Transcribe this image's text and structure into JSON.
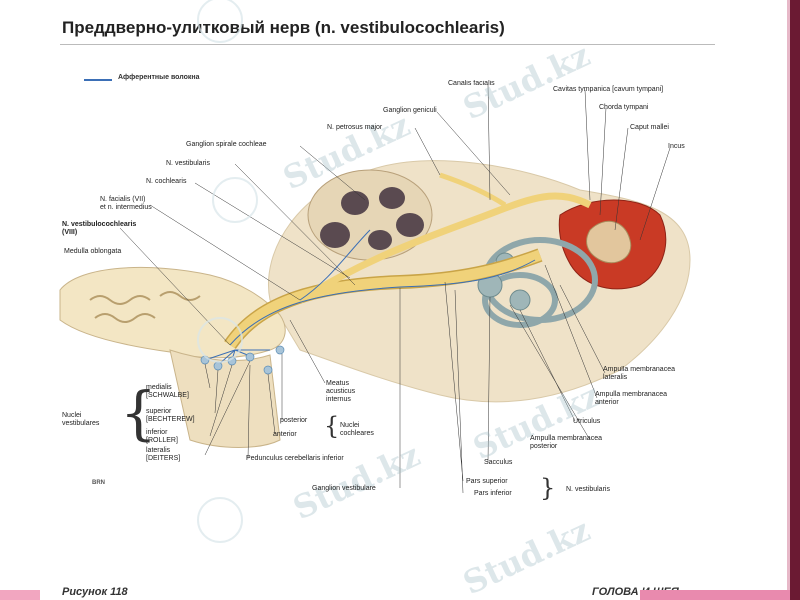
{
  "title": "Преддверно-улитковый нерв (n. vestibulocochlearis)",
  "legend": {
    "label": "Афферентные волокна",
    "color": "#3b6fb6"
  },
  "labels": {
    "canalis_facialis": "Canalis facialis",
    "cavitas_tympanica": "Cavitas tympanica [cavum tympani]",
    "ganglion_geniculi": "Ganglion geniculi",
    "chorda_tympani": "Chorda tympani",
    "n_petrosus_major": "N. petrosus major",
    "caput_mallei": "Caput mallei",
    "ganglion_spirale": "Ganglion spirale cochleae",
    "incus": "Incus",
    "n_vestibularis": "N. vestibularis",
    "n_cochlearis": "N. cochlearis",
    "n_facialis_1": "N. facialis (VII)",
    "n_facialis_2": "et n. intermedius",
    "n_vc_1": "N. vestibulocochlearis",
    "n_vc_2": "(VIII)",
    "medulla": "Medulla oblongata",
    "medialis_1": "medialis",
    "medialis_2": "[SCHWALBE]",
    "superior_1": "superior",
    "superior_2": "[BECHTEREW]",
    "inferior_1": "inferior",
    "inferior_2": "[ROLLER]",
    "lateralis_1": "lateralis",
    "lateralis_2": "[DEITERS]",
    "nuclei_vest_1": "Nuclei",
    "nuclei_vest_2": "vestibulares",
    "meatus_1": "Meatus",
    "meatus_2": "acusticus",
    "meatus_3": "internus",
    "posterior": "posterior",
    "anterior": "anterior",
    "nuclei_coch_1": "Nuclei",
    "nuclei_coch_2": "cochleares",
    "pedunculus": "Pedunculus cerebellaris inferior",
    "ganglion_vestibulare": "Ganglion vestibulare",
    "pars_superior": "Pars superior",
    "pars_inferior": "Pars inferior",
    "n_vestibularis_2": "N. vestibularis",
    "sacculus": "Sacculus",
    "utriculus": "Utriculus",
    "ampulla_lat_1": "Ampulla membranacea",
    "ampulla_lat_2": "lateralis",
    "ampulla_ant_1": "Ampulla membranacea",
    "ampulla_ant_2": "anterior",
    "ampulla_post_1": "Ampulla membranacea",
    "ampulla_post_2": "posterior"
  },
  "footer": {
    "left": "Рисунок 118",
    "right": "ГОЛОВА И ШЕЯ"
  },
  "watermark": "Stud.kz",
  "credit": "BRN",
  "colors": {
    "nerve": "#f0d27a",
    "nerve_edge": "#c9a447",
    "bone": "#efe2c8",
    "tympanic": "#c93a25",
    "brain": "#f3e6c4",
    "ear": "#9fb6b8",
    "leader": "#333333"
  }
}
